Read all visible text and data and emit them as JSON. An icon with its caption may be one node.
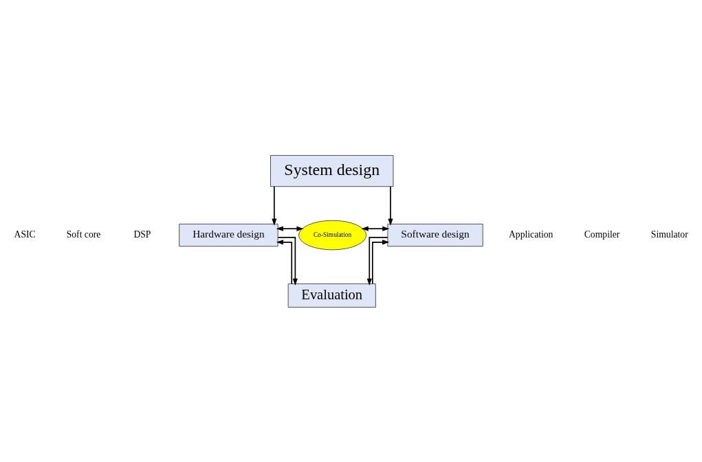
{
  "diagram": {
    "nodes": [
      {
        "text": [
          "System design"
        ]
      },
      {
        "text": [
          "Hardware design"
        ]
      },
      {
        "text": [
          "Co-Simulation"
        ]
      },
      {
        "text": [
          "Software design"
        ]
      },
      {
        "text": [
          "Evaluation"
        ]
      }
    ],
    "edges": [
      {
        "from": 0,
        "to": 1,
        "arrow": "to"
      },
      {
        "from": 0,
        "to": 3,
        "arrow": "to"
      },
      {
        "from": 1,
        "to": 2,
        "arrow": "both"
      },
      {
        "from": 2,
        "to": 3,
        "arrow": "both"
      },
      {
        "from": 1,
        "to": 4,
        "arrow": "to"
      },
      {
        "from": 4,
        "to": 1,
        "arrow": "to"
      },
      {
        "from": 3,
        "to": 4,
        "arrow": "to"
      },
      {
        "from": 4,
        "to": 3,
        "arrow": "to"
      }
    ],
    "labels": [
      "ASIC",
      "Soft core",
      "DSP",
      "Application",
      "Compiler",
      "Simulator"
    ]
  }
}
